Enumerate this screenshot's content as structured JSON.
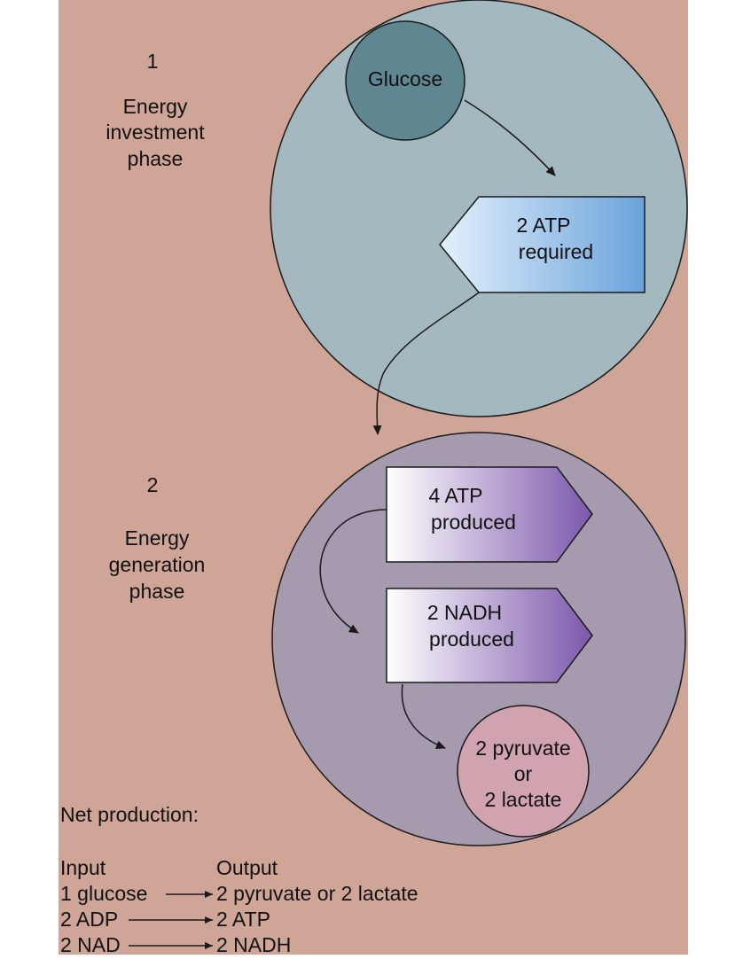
{
  "colors": {
    "background": "#cfa597",
    "phase1_circle": "#a4b8bf",
    "phase2_circle": "#a59aae",
    "glucose_node": "#5e8792",
    "atp_box_start": "#e4f0fb",
    "atp_box_end": "#6aa3dc",
    "produced_box_start": "#ffffff",
    "produced_box_end": "#7c57ab",
    "product_node": "#d1a3ae",
    "stroke": "#1a1a1a"
  },
  "phase1": {
    "number": "1",
    "label": [
      "Energy",
      "investment",
      "phase"
    ]
  },
  "phase2": {
    "number": "2",
    "label": [
      "Energy",
      "generation",
      "phase"
    ]
  },
  "nodes": {
    "glucose": "Glucose",
    "atp_required": [
      "2 ATP",
      "required"
    ],
    "atp_produced": [
      "4 ATP",
      "produced"
    ],
    "nadh_produced": [
      "2 NADH",
      "produced"
    ],
    "product": [
      "2 pyruvate",
      "or",
      "2 lactate"
    ]
  },
  "net": {
    "title": "Net production:",
    "input_header": "Input",
    "output_header": "Output",
    "rows": [
      {
        "input": "1 glucose",
        "output": "2 pyruvate or 2 lactate"
      },
      {
        "input": "2 ADP",
        "output": "2 ATP"
      },
      {
        "input": "2 NAD",
        "output": "2 NADH"
      }
    ]
  }
}
